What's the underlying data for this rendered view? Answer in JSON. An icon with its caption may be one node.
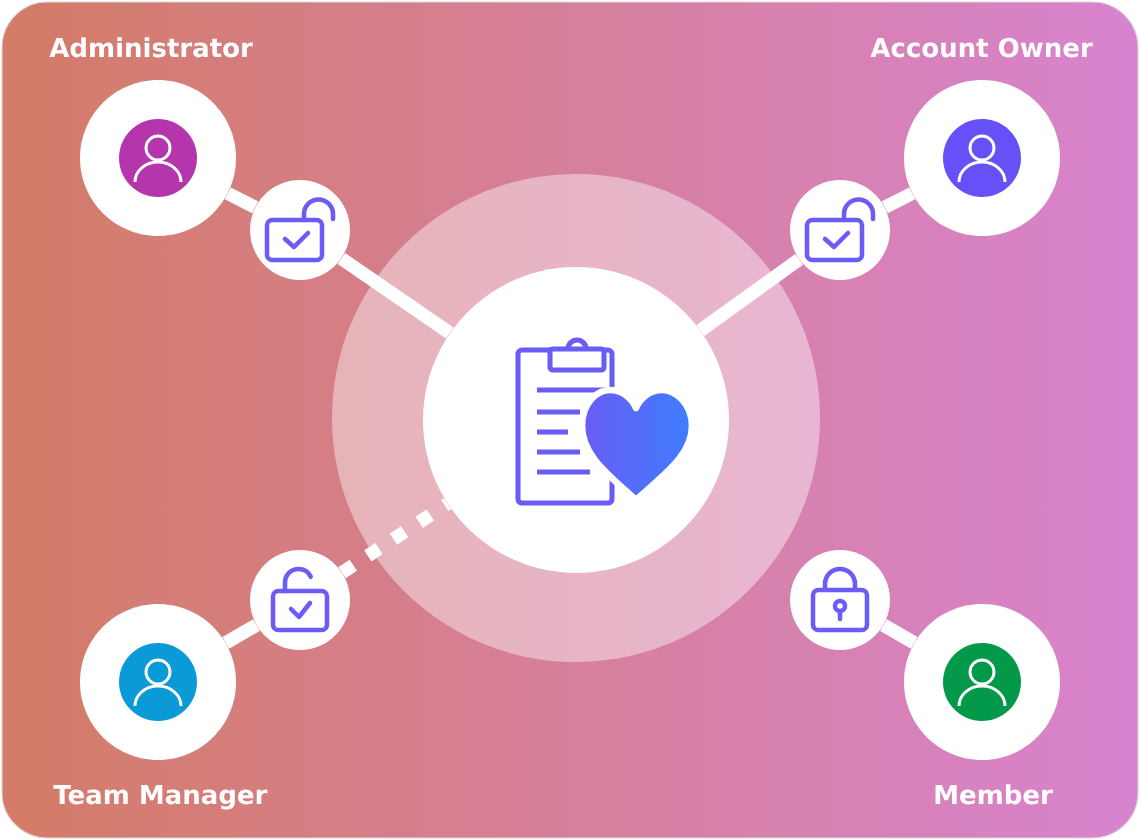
{
  "diagram": {
    "nodes": [
      {
        "text": [
          "Administrator"
        ]
      },
      {
        "text": [
          "Account Owner"
        ]
      },
      {
        "text": [],
        "shape": "circle"
      },
      {
        "text": [],
        "shape": "circle"
      },
      {
        "text": [],
        "shape": "circle"
      },
      {
        "text": [],
        "shape": "circle"
      },
      {
        "text": [],
        "shape": "circle"
      },
      {
        "text": [
          "Team Manager"
        ]
      },
      {
        "text": [
          "Member"
        ]
      }
    ],
    "edges": [
      {
        "from": 0,
        "to": 2,
        "arrow": "none"
      },
      {
        "from": 2,
        "to": 4,
        "arrow": "none"
      },
      {
        "from": 1,
        "to": 3,
        "arrow": "none"
      },
      {
        "from": 3,
        "to": 4,
        "arrow": "none"
      },
      {
        "from": 7,
        "to": 5,
        "arrow": "none"
      },
      {
        "from": 5,
        "to": 4,
        "arrow": "none",
        "style": "dashed"
      },
      {
        "from": 8,
        "to": 6,
        "arrow": "none"
      }
    ]
  }
}
